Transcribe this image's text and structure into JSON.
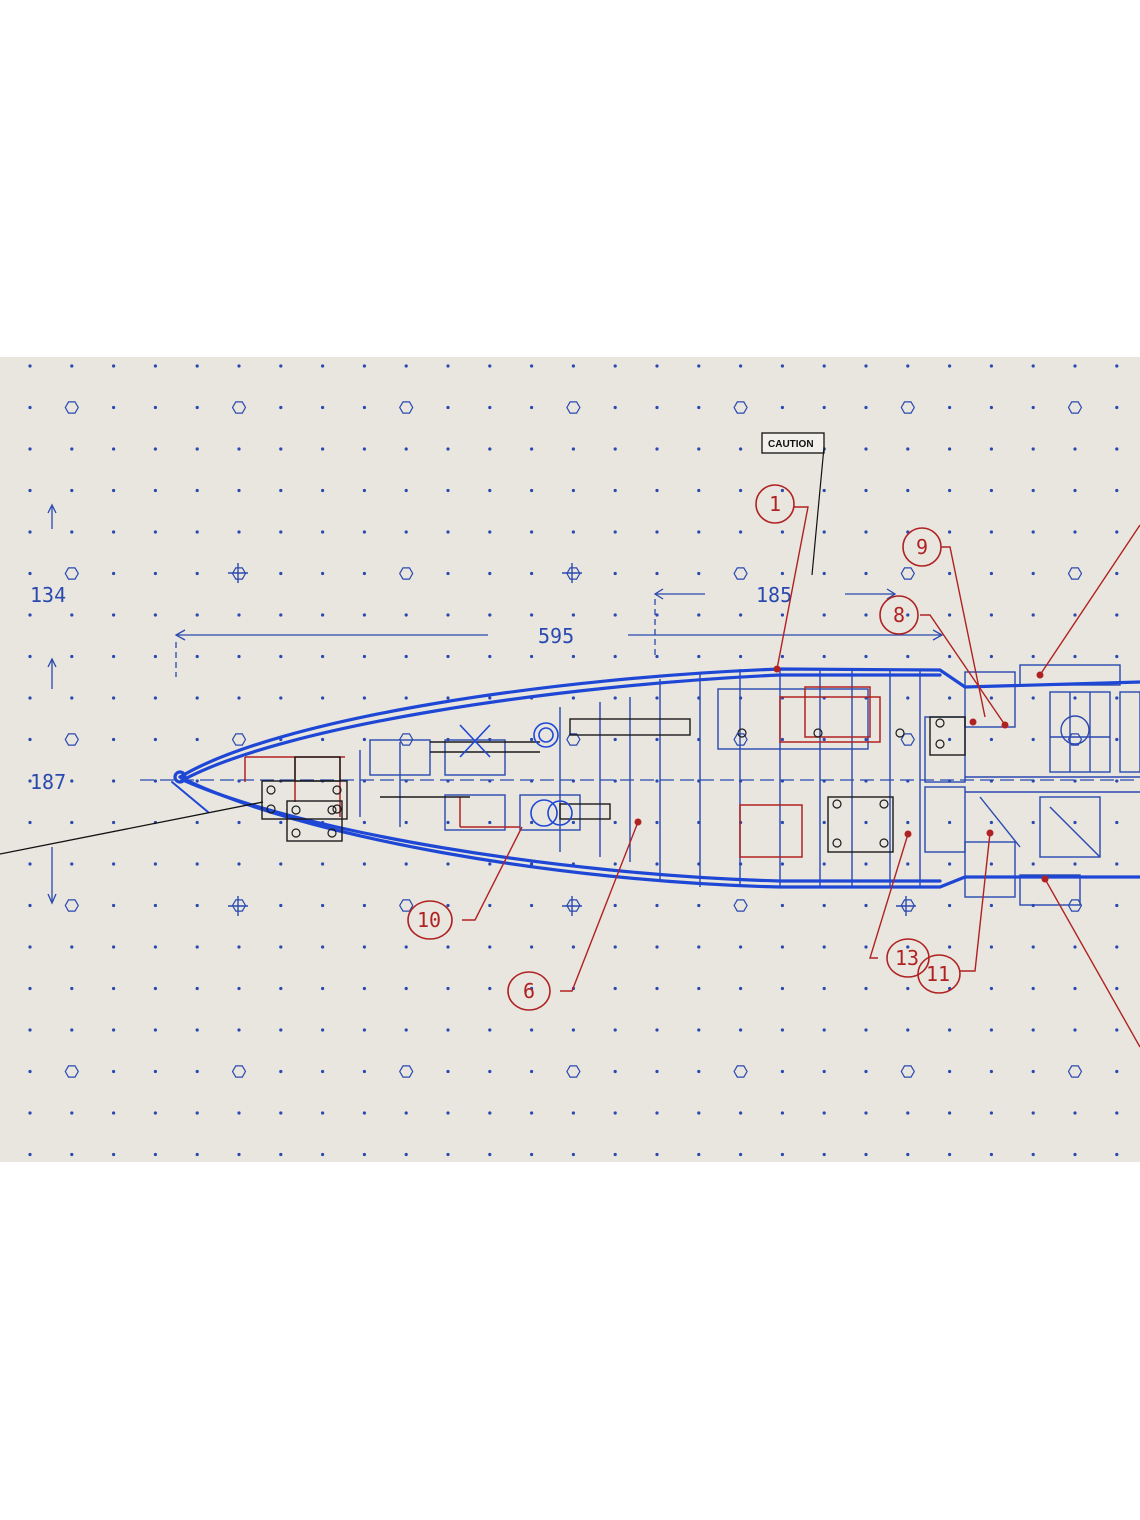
{
  "drawing": {
    "dimensions": {
      "height_top": "134",
      "height_mid": "187",
      "length_overall": "595",
      "length_section": "185"
    },
    "caution_label": "CAUTION",
    "callouts": [
      "1",
      "9",
      "8",
      "10",
      "6",
      "13",
      "11"
    ]
  },
  "colors": {
    "paper": "#e8e6df",
    "blue_ink": "#2a49b0",
    "hull_blue": "#1f47d6",
    "red_ink": "#b02222",
    "black_ink": "#1a1a1a"
  }
}
